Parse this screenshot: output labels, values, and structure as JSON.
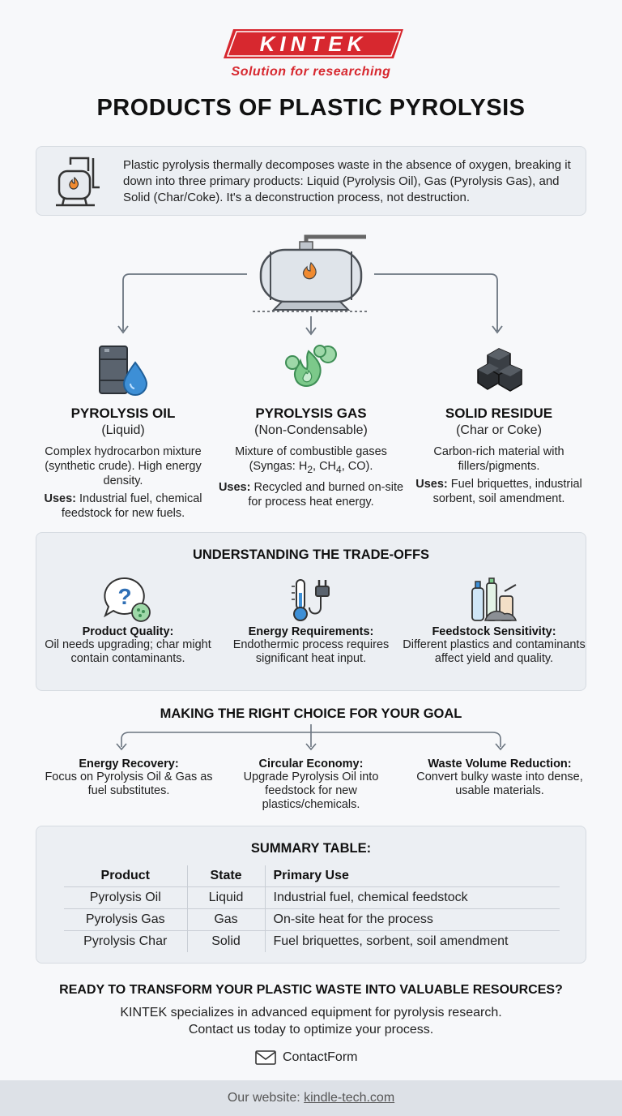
{
  "brand": {
    "logo_text": "KINTEK",
    "tagline": "Solution for researching",
    "color": "#d7282f"
  },
  "title": "PRODUCTS OF PLASTIC PYROLYSIS",
  "intro": {
    "icon": "reactor-icon",
    "text": "Plastic pyrolysis thermally decomposes waste in the absence of oxygen, breaking it down into three primary products: Liquid (Pyrolysis Oil), Gas (Pyrolysis Gas), and Solid (Char/Coke). It's a deconstruction process, not destruction."
  },
  "products": [
    {
      "icon": "oil-barrel-icon",
      "title": "PYROLYSIS OIL",
      "subtitle": "(Liquid)",
      "desc": "Complex hydrocarbon mixture (synthetic crude). High energy density.",
      "uses_label": "Uses:",
      "uses": "Industrial fuel, chemical feedstock for new fuels."
    },
    {
      "icon": "gas-cloud-icon",
      "title": "PYROLYSIS GAS",
      "subtitle": "(Non-Condensable)",
      "desc_before": "Mixture of combustible gases (Syngas: H",
      "desc_sub1": "2",
      "desc_mid": ", CH",
      "desc_sub2": "4",
      "desc_after": ", CO).",
      "uses_label": "Uses:",
      "uses": "Recycled and burned on-site for process heat energy."
    },
    {
      "icon": "char-coal-icon",
      "title": "SOLID RESIDUE",
      "subtitle": "(Char or Coke)",
      "desc": "Carbon-rich material with fillers/pigments.",
      "uses_label": "Uses:",
      "uses": "Fuel briquettes, industrial sorbent, soil amendment."
    }
  ],
  "tradeoffs": {
    "title": "UNDERSTANDING THE TRADE-OFFS",
    "items": [
      {
        "icon": "question-bubble-icon",
        "title": "Product Quality:",
        "text": "Oil needs upgrading; char might contain contaminants."
      },
      {
        "icon": "thermometer-plug-icon",
        "title": "Energy Requirements:",
        "text": "Endothermic process requires significant heat input."
      },
      {
        "icon": "plastic-bottles-icon",
        "title": "Feedstock Sensitivity:",
        "text": "Different plastics and contaminants affect yield and quality."
      }
    ]
  },
  "choice": {
    "title": "MAKING THE RIGHT CHOICE FOR YOUR GOAL",
    "items": [
      {
        "title": "Energy Recovery:",
        "text": "Focus on Pyrolysis Oil & Gas as fuel substitutes."
      },
      {
        "title": "Circular Economy:",
        "text": "Upgrade Pyrolysis Oil into feedstock for new plastics/chemicals."
      },
      {
        "title": "Waste Volume Reduction:",
        "text": "Convert bulky waste into dense, usable materials."
      }
    ]
  },
  "summary": {
    "title": "SUMMARY TABLE:",
    "headers": [
      "Product",
      "State",
      "Primary Use"
    ],
    "rows": [
      [
        "Pyrolysis Oil",
        "Liquid",
        "Industrial fuel, chemical feedstock"
      ],
      [
        "Pyrolysis Gas",
        "Gas",
        "On-site heat for the process"
      ],
      [
        "Pyrolysis Char",
        "Solid",
        "Fuel briquettes, sorbent, soil amendment"
      ]
    ]
  },
  "cta": {
    "title": "READY TO TRANSFORM YOUR PLASTIC WASTE INTO VALUABLE RESOURCES?",
    "line1": "KINTEK specializes in advanced equipment for pyrolysis research.",
    "line2": "Contact us today to optimize your process.",
    "contact_icon": "envelope-icon",
    "contact_label": "ContactForm"
  },
  "footer": {
    "label": "Our website:",
    "link": "kindle-tech.com"
  }
}
